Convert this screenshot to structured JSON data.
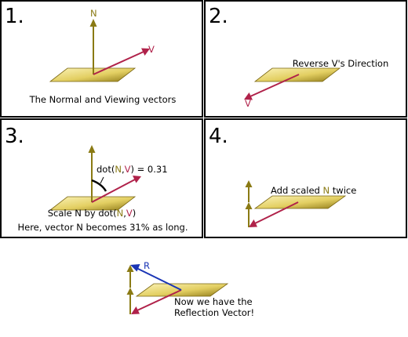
{
  "colors": {
    "normal_vector": "#8a7a14",
    "view_vector": "#b0224a",
    "reflection_vector": "#1a35b5",
    "plane_light": "#f7eb9a",
    "plane_dark": "#9a8420",
    "panel_border": "#000000"
  },
  "panels": [
    {
      "number": "1.",
      "caption": "The Normal and Viewing vectors",
      "label_n": "N",
      "label_v": "V"
    },
    {
      "number": "2.",
      "caption": "Reverse V's Direction",
      "label_v": "V"
    },
    {
      "number": "3.",
      "dot_prefix": "dot(",
      "dot_n": "N",
      "dot_comma": ",",
      "dot_v": "V",
      "dot_suffix": ") = 0.31",
      "caption_prefix": "Scale N by dot(",
      "caption_n": "N",
      "caption_comma": ",",
      "caption_v": "V",
      "caption_suffix": ")",
      "caption_line2": "Here, vector N becomes 31% as long."
    },
    {
      "number": "4.",
      "caption_prefix": "Add scaled ",
      "caption_n": "N",
      "caption_suffix": " twice"
    }
  ],
  "final": {
    "label_r": "R",
    "caption_line1": "Now we have the",
    "caption_line2": "Reflection Vector!"
  }
}
